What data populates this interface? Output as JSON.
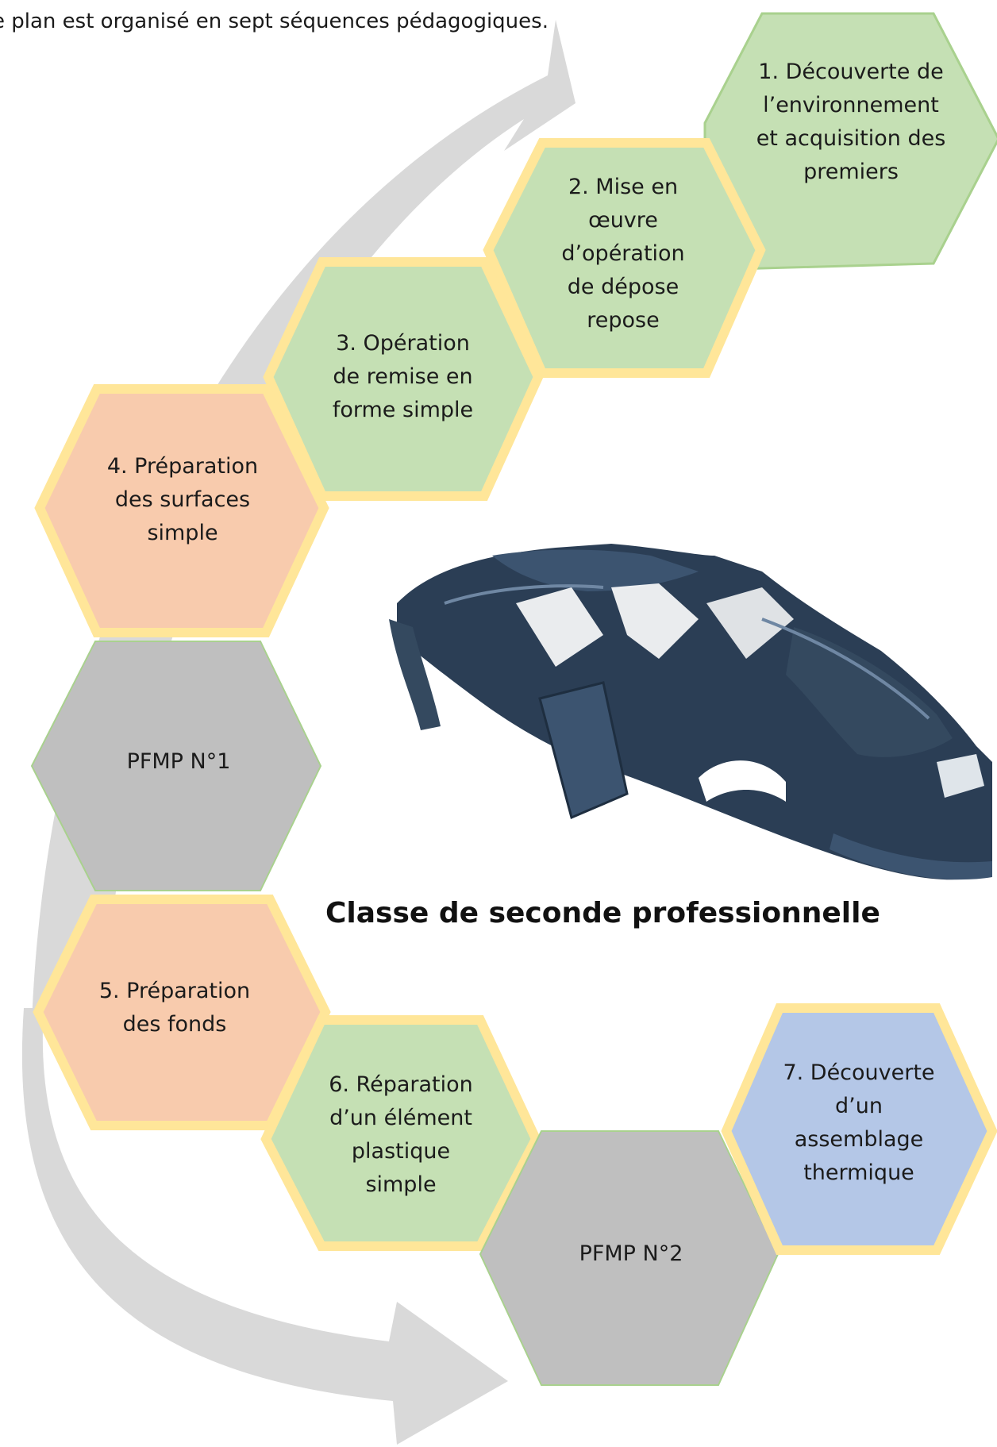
{
  "intro_text": "e plan est organisé en sept séquences pédagogiques.",
  "title": "Classe de seconde professionnelle",
  "colors": {
    "green": "#c5e0b4",
    "green_border": "#a9d18e",
    "orange": "#f8cbad",
    "grey": "#bfbfbf",
    "blue": "#b4c7e7",
    "gold_border": "#ffe699",
    "arrow": "#d9d9d9",
    "car_body": "#2b3e55"
  },
  "steps": [
    {
      "id": "s1",
      "label": "1. Découverte de l’environnement et acquisition des premiers",
      "color": "green",
      "icon": "hexagon"
    },
    {
      "id": "s2",
      "label": "2. Mise en œuvre d’opération de dépose repose",
      "color": "green",
      "icon": "hexagon"
    },
    {
      "id": "s3",
      "label": "3. Opération de remise en forme simple",
      "color": "green",
      "icon": "hexagon"
    },
    {
      "id": "s4",
      "label": "4. Préparation des surfaces simple",
      "color": "orange",
      "icon": "hexagon"
    },
    {
      "id": "pfmp1",
      "label": "PFMP N°1",
      "color": "grey",
      "icon": "hexagon"
    },
    {
      "id": "s5",
      "label": "5. Préparation des fonds",
      "color": "orange",
      "icon": "hexagon"
    },
    {
      "id": "s6",
      "label": "6. Réparation d’un élément plastique simple",
      "color": "green",
      "icon": "hexagon"
    },
    {
      "id": "pfmp2",
      "label": "PFMP N°2",
      "color": "grey",
      "icon": "hexagon"
    },
    {
      "id": "s7",
      "label": "7. Découverte d’un assemblage thermique",
      "color": "blue",
      "icon": "hexagon"
    }
  ],
  "image": {
    "icon": "car-body-shell"
  }
}
